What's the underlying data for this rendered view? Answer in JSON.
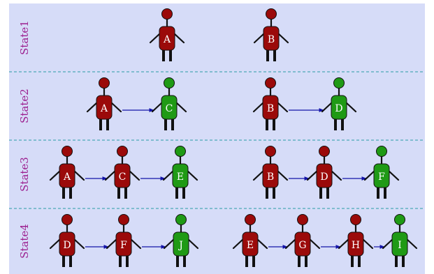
{
  "colors": {
    "background": "#d6dcf8",
    "separator": "#2a9ca6",
    "state_label": "#9c1f8f",
    "red": "#9b0a0a",
    "green": "#1f9a15",
    "arrow": "#1414a8",
    "stroke": "#111111"
  },
  "states": [
    {
      "label": "State1",
      "chains": [
        {
          "people": [
            {
              "letter": "A",
              "color": "red"
            }
          ]
        },
        {
          "people": [
            {
              "letter": "B",
              "color": "red"
            }
          ]
        }
      ]
    },
    {
      "label": "State2",
      "chains": [
        {
          "people": [
            {
              "letter": "A",
              "color": "red"
            },
            {
              "letter": "C",
              "color": "green"
            }
          ]
        },
        {
          "people": [
            {
              "letter": "B",
              "color": "red"
            },
            {
              "letter": "D",
              "color": "green"
            }
          ]
        }
      ]
    },
    {
      "label": "State3",
      "chains": [
        {
          "people": [
            {
              "letter": "A",
              "color": "red"
            },
            {
              "letter": "C",
              "color": "red"
            },
            {
              "letter": "E",
              "color": "green"
            }
          ]
        },
        {
          "people": [
            {
              "letter": "B",
              "color": "red"
            },
            {
              "letter": "D",
              "color": "red"
            },
            {
              "letter": "F",
              "color": "green"
            }
          ]
        }
      ]
    },
    {
      "label": "State4",
      "chains": [
        {
          "people": [
            {
              "letter": "D",
              "color": "red"
            },
            {
              "letter": "F",
              "color": "red"
            },
            {
              "letter": "J",
              "color": "green"
            }
          ]
        },
        {
          "people": [
            {
              "letter": "E",
              "color": "red"
            },
            {
              "letter": "G",
              "color": "red"
            },
            {
              "letter": "H",
              "color": "red"
            },
            {
              "letter": "I",
              "color": "green"
            }
          ]
        }
      ]
    }
  ]
}
